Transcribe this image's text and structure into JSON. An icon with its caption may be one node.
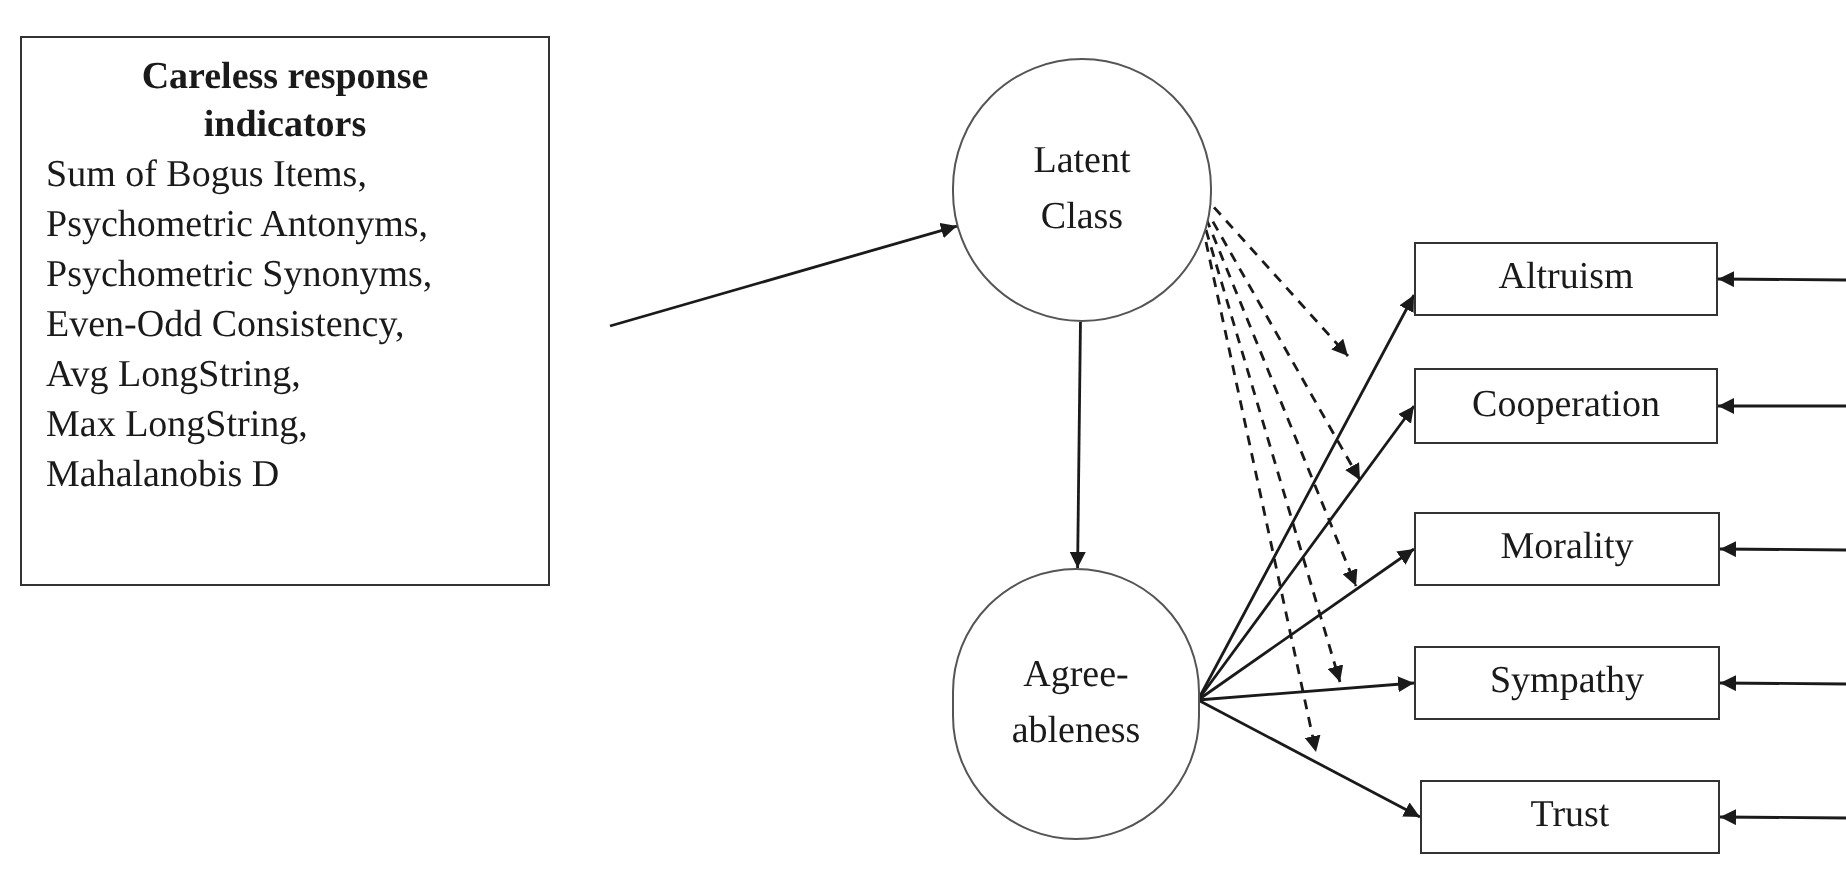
{
  "diagram": {
    "nodes": [
      {
        "text": [
          "Careless response indicators",
          "Sum of Bogus Items,",
          "Psychometric Antonyms,",
          "Psychometric Synonyms,",
          "Even-Odd Consistency,",
          "Avg LongString,",
          "Max LongString,",
          "Mahalanobis D"
        ]
      },
      {
        "text": [
          "Latent Class"
        ]
      },
      {
        "text": [
          "Agree- ableness"
        ]
      },
      {
        "text": [
          "Altruism"
        ]
      },
      {
        "text": [
          "Cooperation"
        ]
      },
      {
        "text": [
          "Morality"
        ]
      },
      {
        "text": [
          "Sympathy"
        ]
      },
      {
        "text": [
          "Trust"
        ]
      }
    ],
    "edges": [
      {
        "from": 0,
        "to": 1,
        "arrow": "to"
      },
      {
        "from": 1,
        "to": 2,
        "arrow": "to"
      },
      {
        "from": 2,
        "to": 3,
        "arrow": "to"
      },
      {
        "from": 2,
        "to": 4,
        "arrow": "to"
      },
      {
        "from": 2,
        "to": 5,
        "arrow": "to"
      },
      {
        "from": 2,
        "to": 6,
        "arrow": "to"
      },
      {
        "from": 2,
        "to": 7,
        "arrow": "to"
      },
      {
        "from": 1,
        "to": null,
        "arrow": "to",
        "style": "dashed"
      },
      {
        "from": 1,
        "to": null,
        "arrow": "to",
        "style": "dashed"
      },
      {
        "from": 1,
        "to": null,
        "arrow": "to",
        "style": "dashed"
      },
      {
        "from": 1,
        "to": null,
        "arrow": "to",
        "style": "dashed"
      },
      {
        "from": 1,
        "to": null,
        "arrow": "to",
        "style": "dashed"
      },
      {
        "from": null,
        "to": 3,
        "arrow": "to"
      },
      {
        "from": null,
        "to": 4,
        "arrow": "to"
      },
      {
        "from": null,
        "to": 5,
        "arrow": "to"
      },
      {
        "from": null,
        "to": 6,
        "arrow": "to"
      },
      {
        "from": null,
        "to": 7,
        "arrow": "to"
      }
    ]
  }
}
